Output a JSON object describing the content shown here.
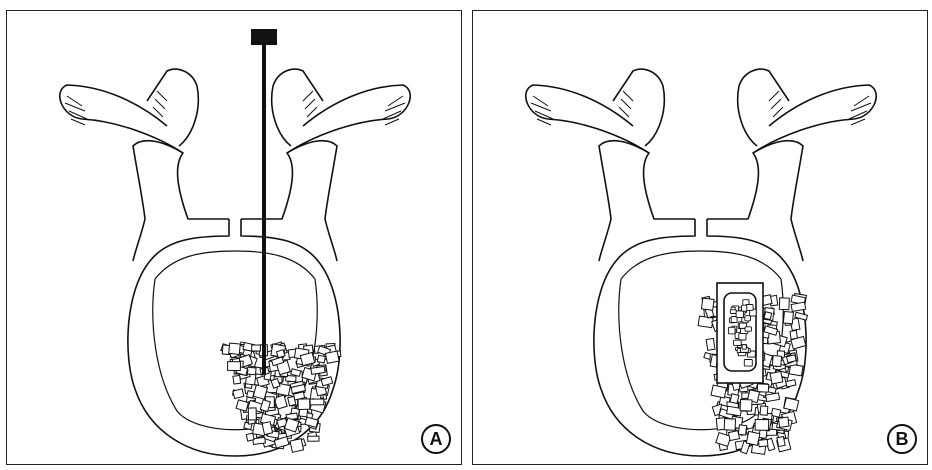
{
  "panels": [
    {
      "label": "A",
      "instrument": "probe"
    },
    {
      "label": "B",
      "instrument": "cage"
    }
  ],
  "colors": {
    "line": "#111111",
    "fill": "#ffffff",
    "border": "#222222"
  }
}
